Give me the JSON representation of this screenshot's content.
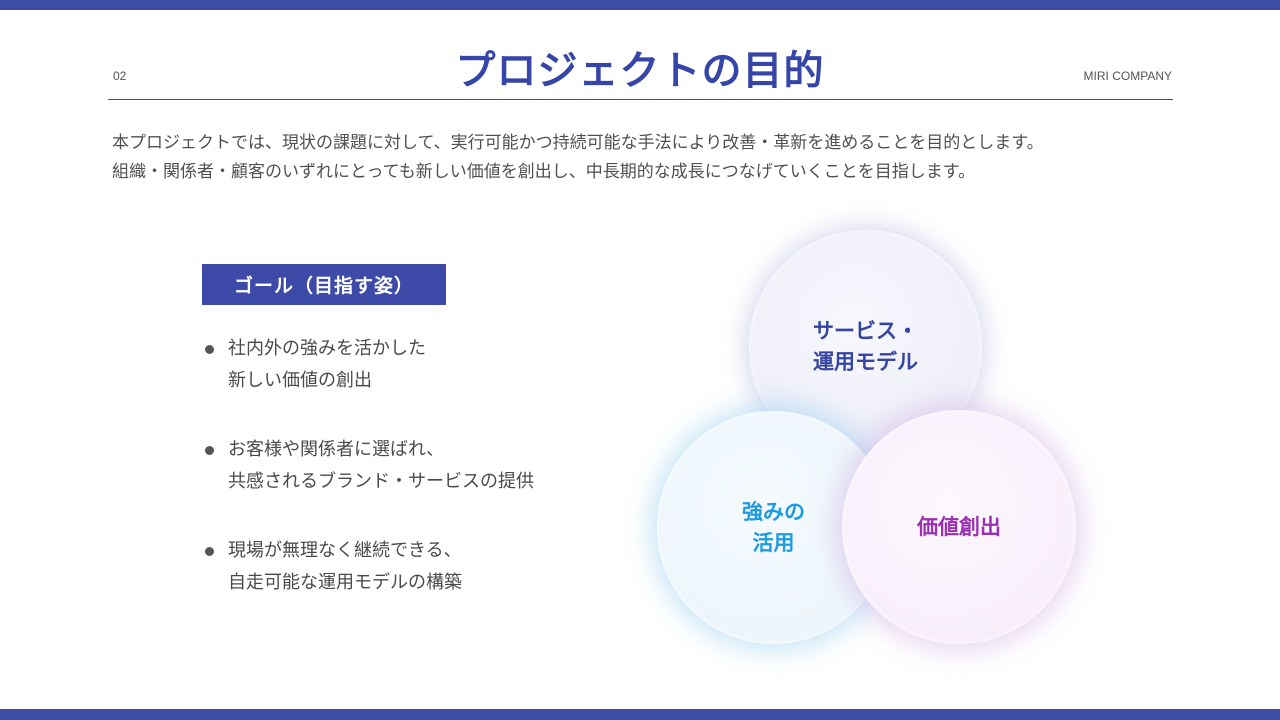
{
  "header": {
    "page_number": "02",
    "title": "プロジェクトの目的",
    "company": "MIRI COMPANY"
  },
  "intro": {
    "lines": [
      "本プロジェクトでは、現状の課題に対して、実行可能かつ持続可能な手法により改善・革新を進めることを目的とします。",
      "組織・関係者・顧客のいずれにとっても新しい価値を創出し、中長期的な成長につなげていくことを目指します。"
    ]
  },
  "goal": {
    "label": "ゴール（目指す姿）",
    "items": [
      {
        "lines": [
          "社内外の強みを活かした",
          "新しい価値の創出"
        ]
      },
      {
        "lines": [
          "お客様や関係者に選ばれ、",
          "共感されるブランド・サービスの提供"
        ]
      },
      {
        "lines": [
          "現場が無理なく継続できる、",
          "自走可能な運用モデルの構築"
        ]
      }
    ]
  },
  "venn": {
    "circles": [
      {
        "lines": [
          "サービス・",
          "運用モデル"
        ],
        "color": "#3545a0"
      },
      {
        "lines": [
          "強みの",
          "活用"
        ],
        "color": "#1d9be0"
      },
      {
        "lines": [
          "価値創出"
        ],
        "color": "#9a2fb0"
      }
    ]
  },
  "colors": {
    "accent": "#3d4da6",
    "title": "#3545a8"
  }
}
